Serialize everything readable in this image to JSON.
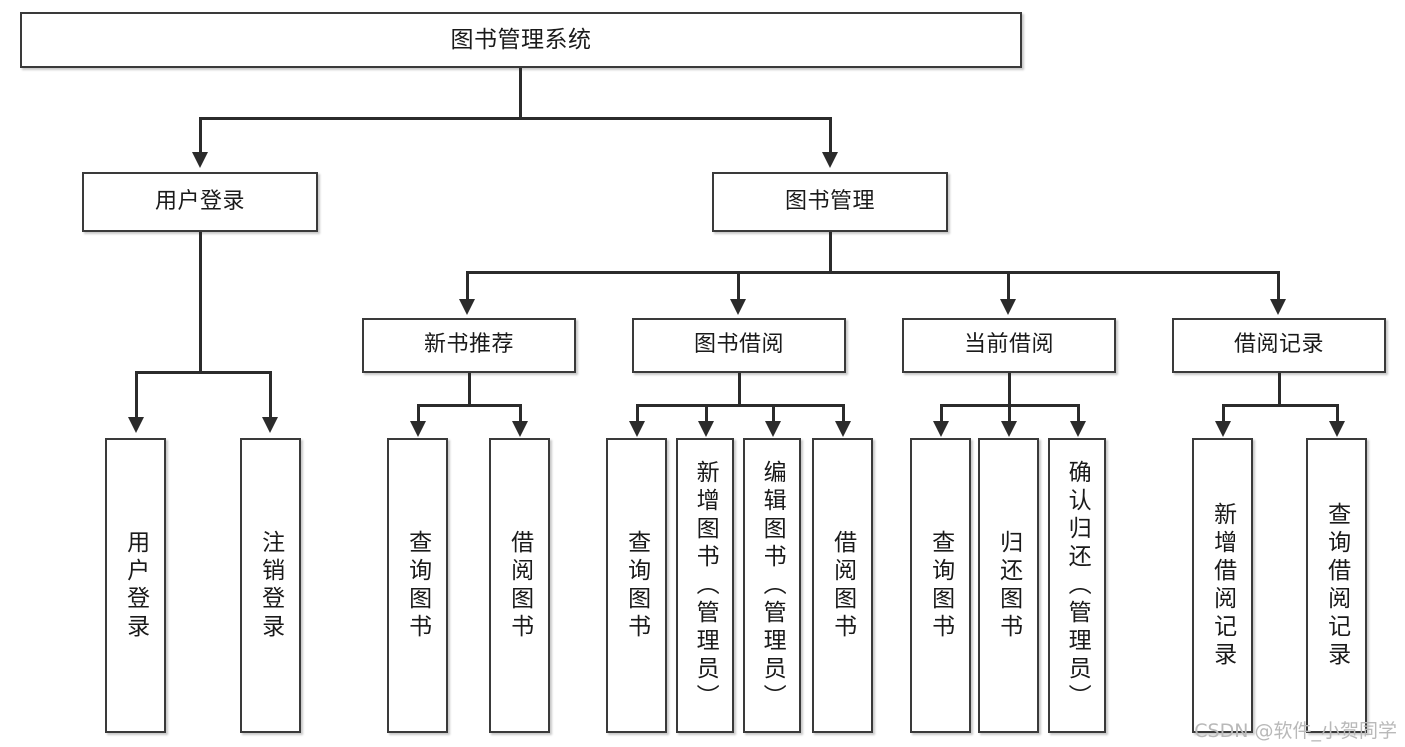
{
  "diagram": {
    "title": "图书管理系统",
    "type": "hierarchy-tree",
    "watermark": "CSDN @软件_小贺同学",
    "colors": {
      "box_border": "#3a3a3a",
      "box_fill": "#ffffff",
      "connector": "#2b2b2b",
      "text": "#1a1a1a",
      "watermark": "#b9b9b9",
      "background": "#ffffff"
    },
    "levels": {
      "root": {
        "label": "图书管理系统"
      },
      "level2": [
        {
          "label": "用户登录"
        },
        {
          "label": "图书管理"
        }
      ],
      "level3": [
        {
          "label": "新书推荐"
        },
        {
          "label": "图书借阅"
        },
        {
          "label": "当前借阅"
        },
        {
          "label": "借阅记录"
        }
      ],
      "level4": {
        "user_login": [
          {
            "label": "用户登录"
          },
          {
            "label": "注销登录"
          }
        ],
        "new_book_recommend": [
          {
            "label": "查询图书"
          },
          {
            "label": "借阅图书"
          }
        ],
        "book_borrow": [
          {
            "label": "查询图书"
          },
          {
            "label": "新增图书（管理员）"
          },
          {
            "label": "编辑图书（管理员）"
          },
          {
            "label": "借阅图书"
          }
        ],
        "current_borrow": [
          {
            "label": "查询图书"
          },
          {
            "label": "归还图书"
          },
          {
            "label": "确认归还（管理员）"
          }
        ],
        "borrow_record": [
          {
            "label": "新增借阅记录"
          },
          {
            "label": "查询借阅记录"
          }
        ]
      }
    }
  }
}
